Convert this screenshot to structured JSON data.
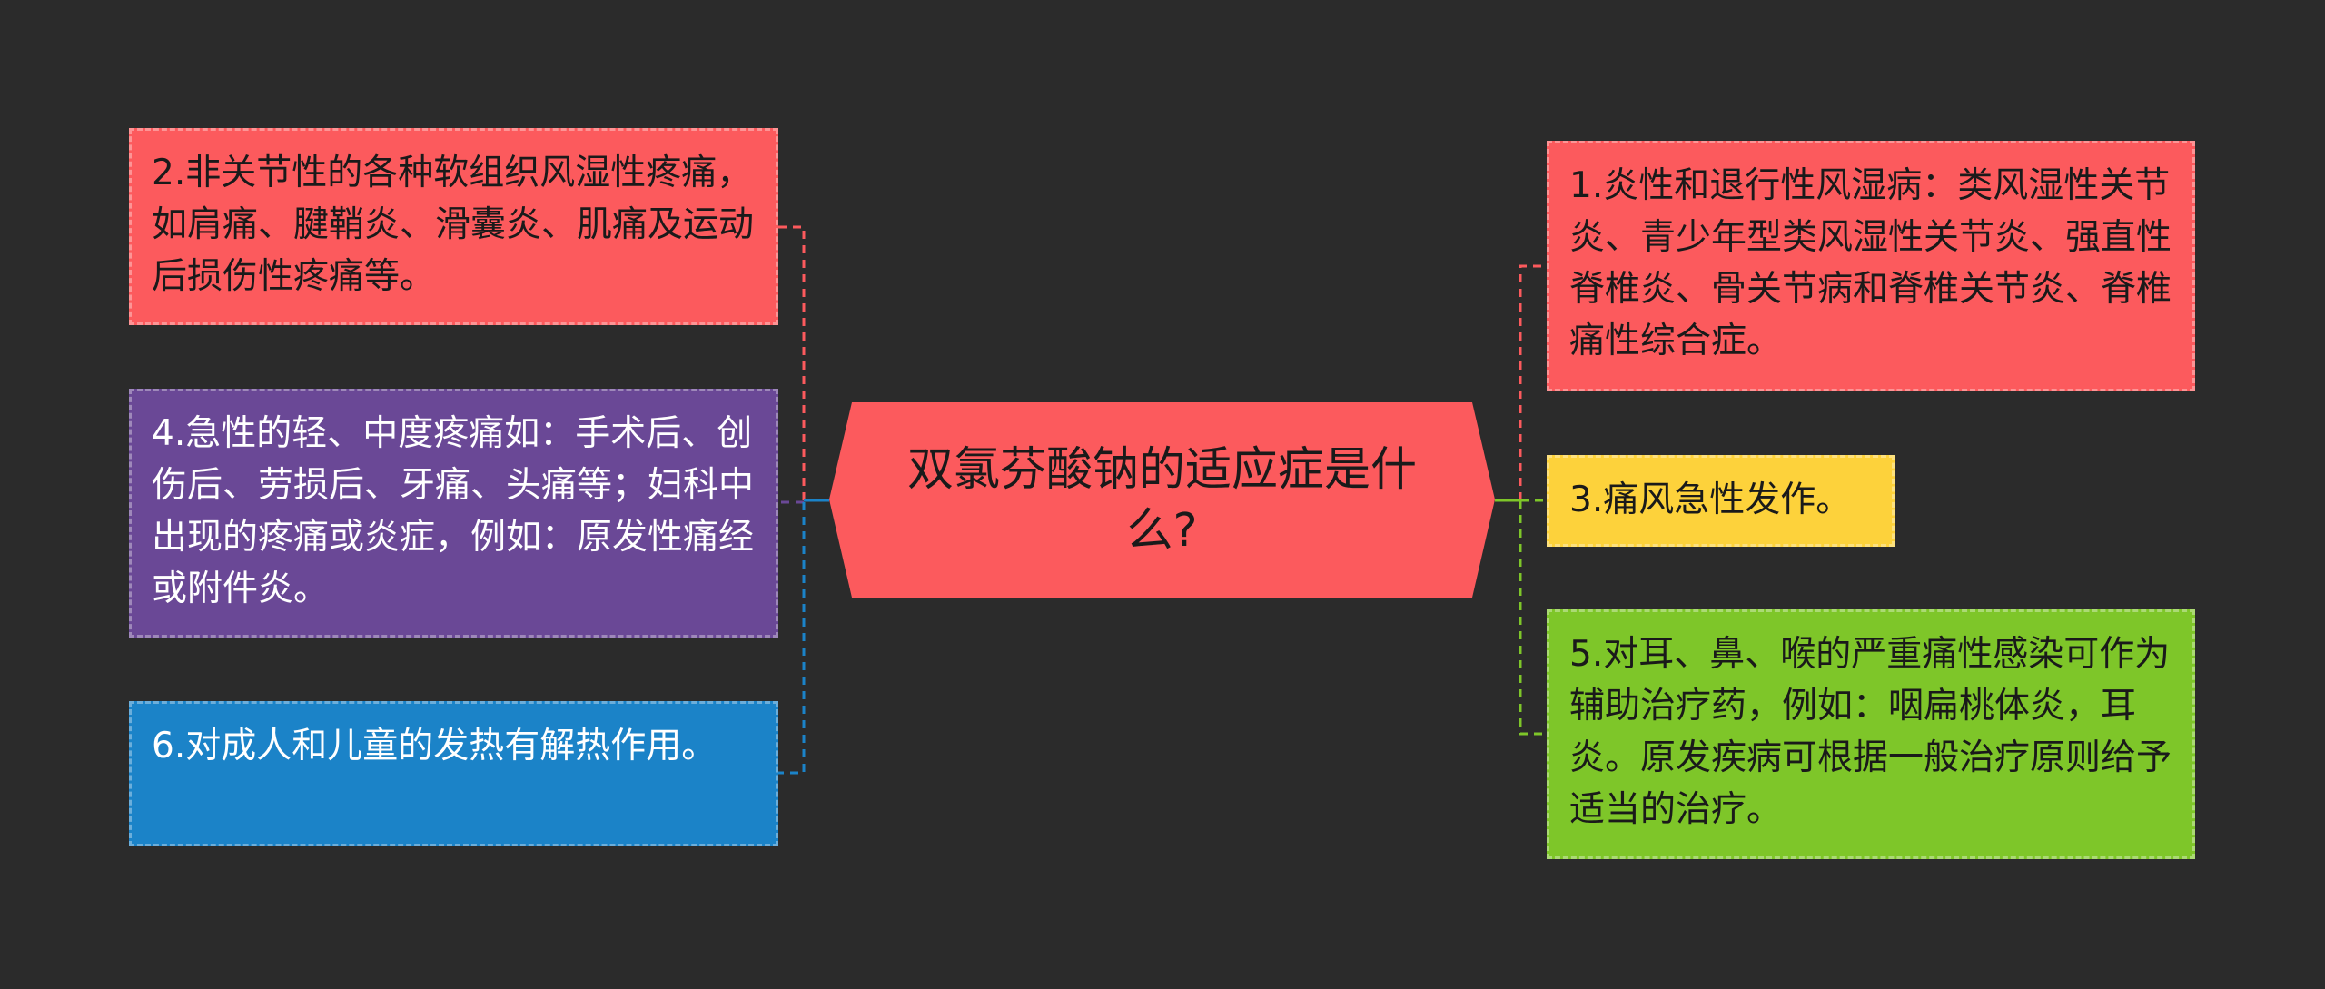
{
  "center": {
    "title": "双氯芬酸钠的适应症是什么?",
    "color": "#fc5a5d"
  },
  "branches": [
    {
      "id": "n2",
      "text": "2.非关节性的各种软组织风湿性疼痛，如肩痛、腱鞘炎、滑囊炎、肌痛及运动后损伤性疼痛等。",
      "color": "#fc5a5d",
      "line_color": "#fc5a5d"
    },
    {
      "id": "n4",
      "text": "4.急性的轻、中度疼痛如：手术后、创伤后、劳损后、牙痛、头痛等；妇科中出现的疼痛或炎症，例如：原发性痛经或附件炎。",
      "color": "#6a4896",
      "line_color": "#6a4896"
    },
    {
      "id": "n6",
      "text": "6.对成人和儿童的发热有解热作用。",
      "color": "#1b83c8",
      "line_color": "#1b83c8"
    },
    {
      "id": "n1",
      "text": "1.炎性和退行性风湿病：类风湿性关节炎、青少年型类风湿性关节炎、强直性脊椎炎、骨关节病和脊椎关节炎、脊椎痛性综合症。",
      "color": "#fc5a5d",
      "line_color": "#fc5a5d"
    },
    {
      "id": "n3",
      "text": "3.痛风急性发作。",
      "color": "#fdd23b",
      "line_color": "#7ec629"
    },
    {
      "id": "n5",
      "text": "5.对耳、鼻、喉的严重痛性感染可作为辅助治疗药，例如：咽扁桃体炎，耳炎。原发疾病可根据一般治疗原则给予适当的治疗。",
      "color": "#7ec629",
      "line_color": "#7ec629"
    }
  ]
}
